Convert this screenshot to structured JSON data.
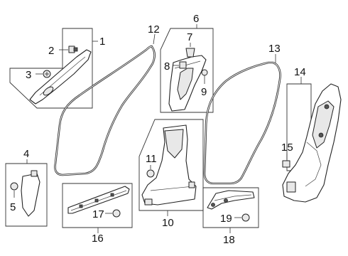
{
  "callouts": {
    "c1": "1",
    "c2": "2",
    "c3": "3",
    "c4": "4",
    "c5": "5",
    "c6": "6",
    "c7": "7",
    "c8": "8",
    "c9": "9",
    "c10": "10",
    "c11": "11",
    "c12": "12",
    "c13": "13",
    "c14": "14",
    "c15": "15",
    "c16": "16",
    "c17": "17",
    "c18": "18",
    "c19": "19"
  },
  "style": {
    "line_color": "#222222",
    "background": "#ffffff"
  }
}
